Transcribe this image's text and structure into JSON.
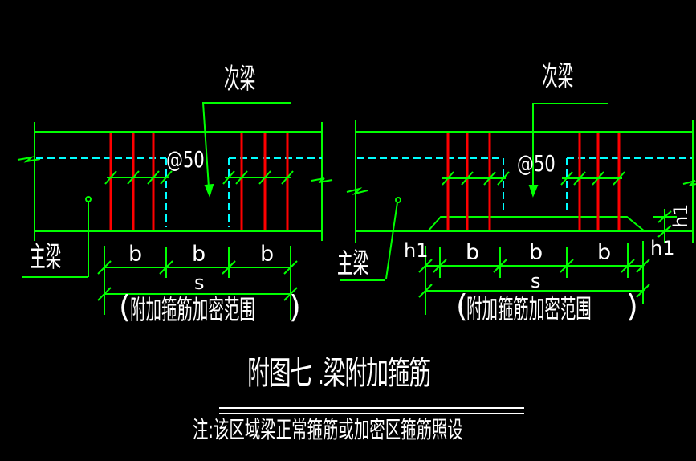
{
  "colors": {
    "background": "#000000",
    "beam_lines": "#00ff00",
    "added_stirrups": "#ff0000",
    "hidden_lines": "#00ffff",
    "text": "#ffffff"
  },
  "title": "附图七 .梁附加箍筋",
  "note": "注:该区域梁正常箍筋或加密区箍筋照设",
  "diagrams": {
    "left": {
      "secondary_beam_label": "次梁",
      "main_beam_label": "主梁",
      "stirrup_spacing": "@50",
      "b_dims": [
        "b",
        "b",
        "b"
      ],
      "s_dim": "s",
      "range_open": "(",
      "range_text": "附加箍筋加密范围",
      "range_close": ")"
    },
    "right": {
      "secondary_beam_label": "次梁",
      "main_beam_label": "主梁",
      "stirrup_spacing": "@50",
      "bottom_dims": [
        "h1",
        "b",
        "b",
        "b",
        "h1"
      ],
      "s_dim": "s",
      "haunch_height_label": "h1",
      "range_open": "(",
      "range_text": "附加箍筋加密范围",
      "range_close": ")"
    }
  }
}
